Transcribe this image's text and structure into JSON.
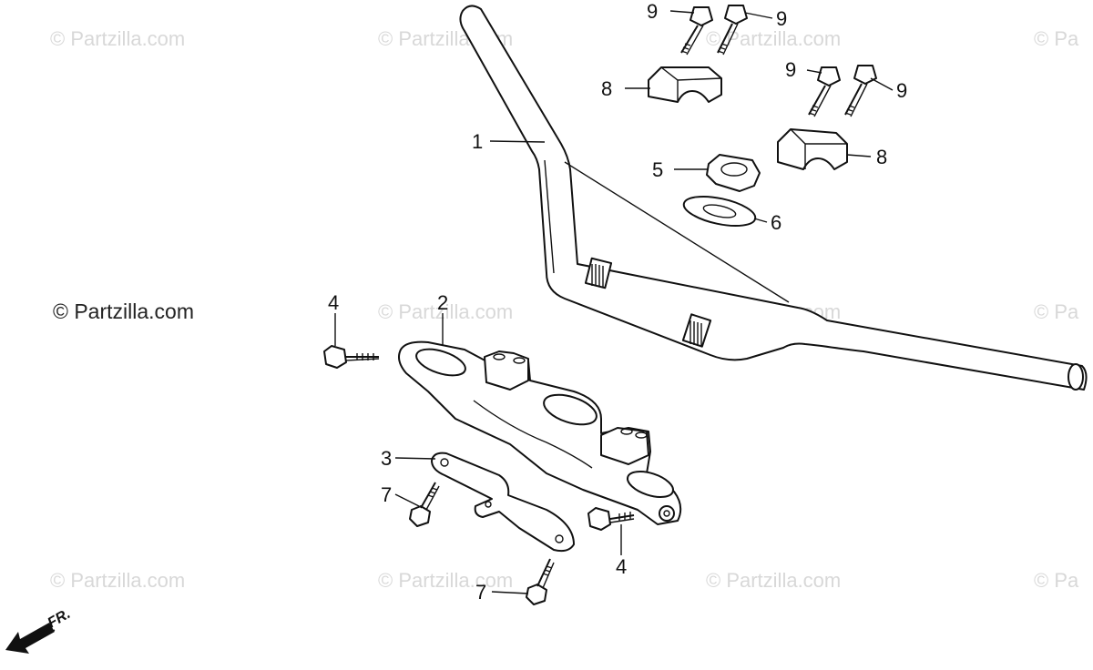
{
  "watermarks": [
    "© Partzilla.com",
    "© Partzilla.com",
    "© Partzilla.com",
    "© Pa",
    "© Partzilla.com",
    "© Partzilla.com",
    "© Pa",
    "© Partzilla.com",
    "© Partzilla.com",
    "© Partzilla.com",
    "© Pa"
  ],
  "copyright": "© Partzilla.com",
  "callouts": [
    "9",
    "9",
    "8",
    "9",
    "9",
    "1",
    "5",
    "8",
    "6",
    "4",
    "2",
    "3",
    "7",
    "4",
    "7"
  ],
  "direction_label": "FR."
}
